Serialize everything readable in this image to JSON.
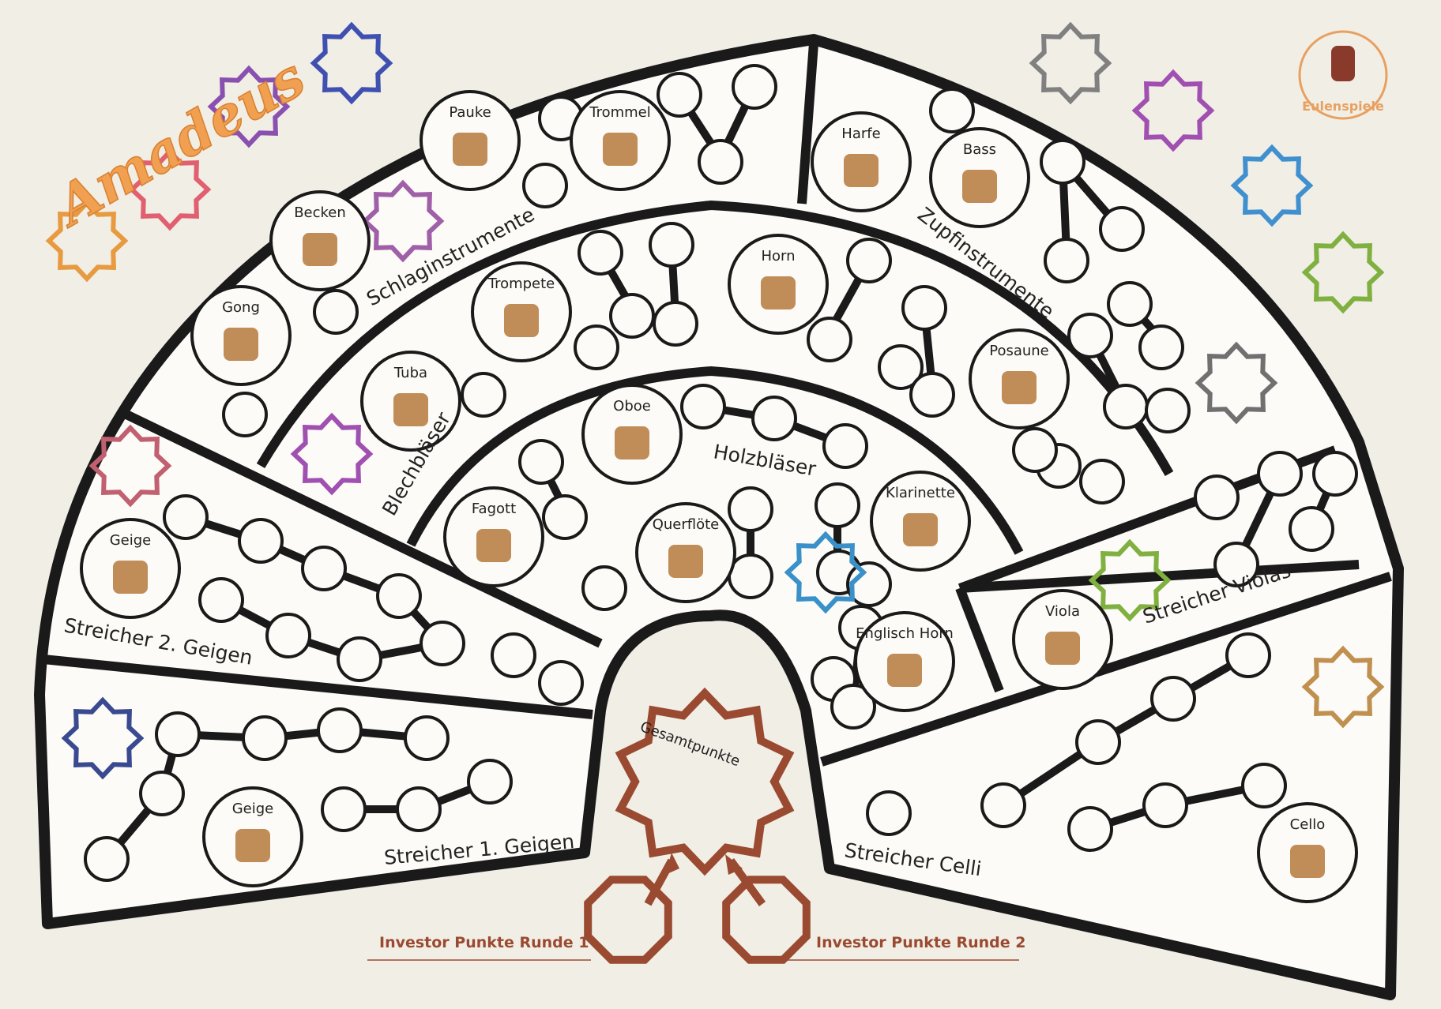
{
  "title": "Amadeus",
  "publisher": "Eulenspiele",
  "sections": {
    "percussion": "Schlaginstrumente",
    "plucked": "Zupfinstrumente",
    "brass": "Blechbläser",
    "woodwinds": "Holzbläser",
    "violins2": "Streicher 2. Geigen",
    "violins1": "Streicher 1. Geigen",
    "violas": "Streicher Violas",
    "celli": "Streicher Celli"
  },
  "instruments": {
    "pauke": "Pauke",
    "trommel": "Trommel",
    "becken": "Becken",
    "gong": "Gong",
    "harfe": "Harfe",
    "bass": "Bass",
    "trompete": "Trompete",
    "horn": "Horn",
    "tuba": "Tuba",
    "posaune": "Posaune",
    "oboe": "Oboe",
    "fagott": "Fagott",
    "querfloete": "Querflöte",
    "klarinette": "Klarinette",
    "englischhorn": "Englisch Horn",
    "geige2": "Geige",
    "geige1": "Geige",
    "viola": "Viola",
    "cello": "Cello"
  },
  "scoring": {
    "total": "Gesamtpunkte",
    "investor1": "Investor Punkte Runde 1",
    "investor2": "Investor Punkte Runde 2"
  },
  "colors": {
    "title": "#f0a050",
    "score": "#9a4a30",
    "outline": "#1a1a1a",
    "paper": "#f1eee6",
    "board": "#fcfbf7",
    "stars": [
      "#e89a40",
      "#e06070",
      "#8a50b0",
      "#4050b0",
      "#808080",
      "#a050b0",
      "#4090d0",
      "#80b040",
      "#707070",
      "#c06070",
      "#a050b0",
      "#3a90c8",
      "#80b040",
      "#c09050",
      "#3a4a90",
      "#a060a8"
    ]
  }
}
